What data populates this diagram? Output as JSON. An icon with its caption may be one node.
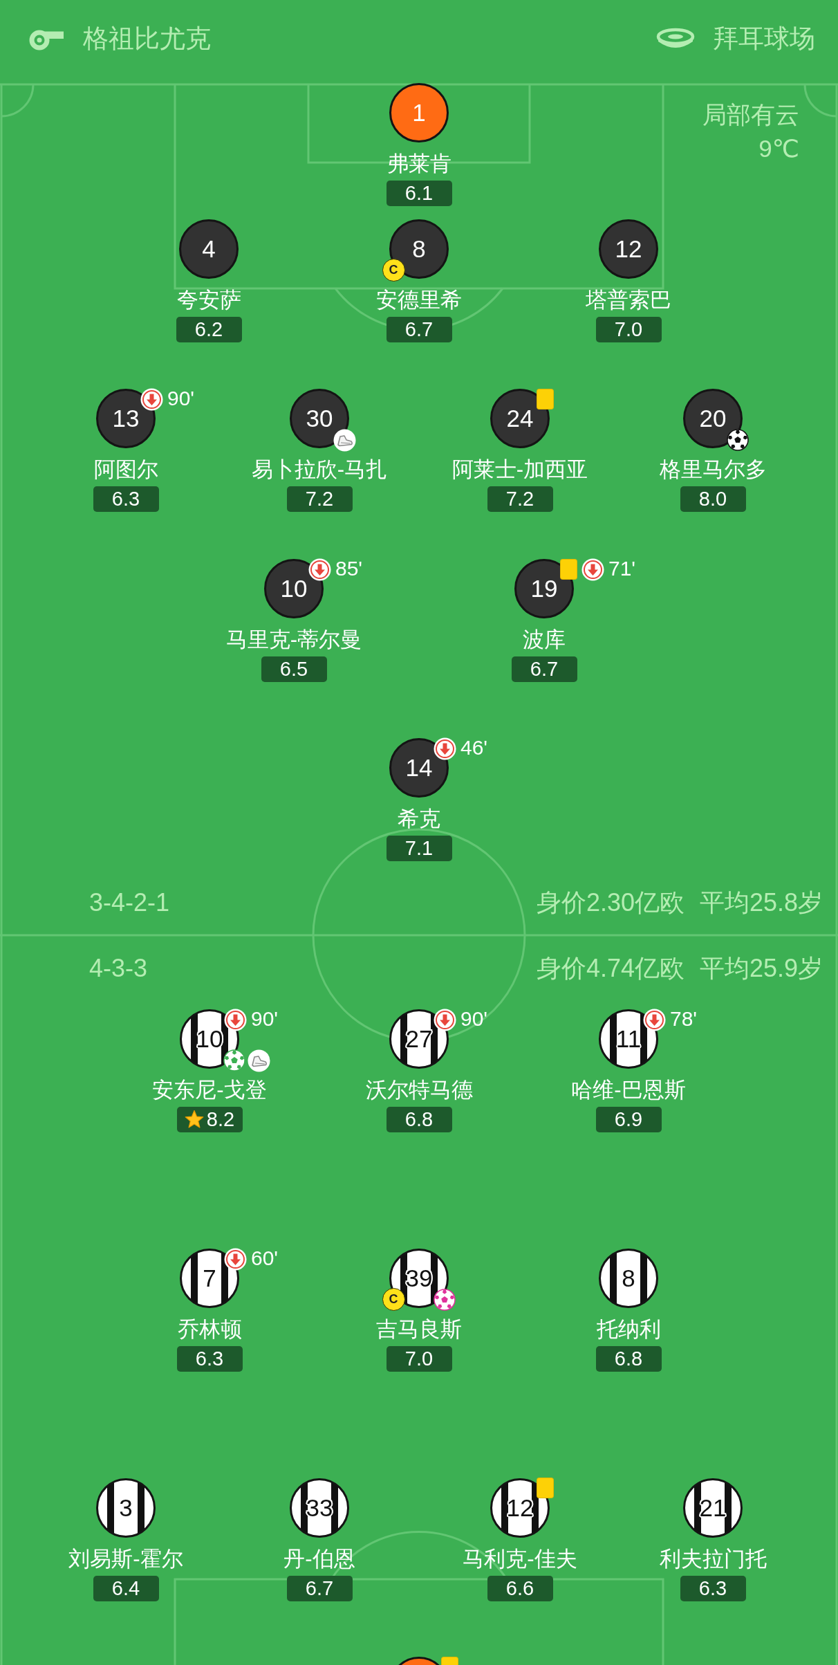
{
  "diagram": {
    "nodes": [
      {
        "text": [
          "1"
        ],
        "beside": [
          "弗莱肯",
          "6.1"
        ]
      },
      {
        "text": [
          "4"
        ],
        "beside": [
          "夸安萨",
          "6.2"
        ]
      },
      {
        "text": [
          "8",
          "C"
        ],
        "beside": [
          "安德里希",
          "6.7"
        ]
      },
      {
        "text": [
          "12"
        ],
        "beside": [
          "塔普索巴",
          "7.0"
        ]
      },
      {
        "text": [
          "13"
        ],
        "beside": [
          "90'",
          "阿图尔",
          "6.3"
        ]
      },
      {
        "text": [
          "30"
        ],
        "beside": [
          "易卜拉欣-马扎",
          "7.2"
        ]
      },
      {
        "text": [
          "24"
        ],
        "beside": [
          "阿莱士-加西亚",
          "7.2"
        ]
      },
      {
        "text": [
          "20"
        ],
        "beside": [
          "格里马尔多",
          "8.0"
        ]
      },
      {
        "text": [
          "10"
        ],
        "beside": [
          "85'",
          "马里克-蒂尔曼",
          "6.5"
        ]
      },
      {
        "text": [
          "19"
        ],
        "beside": [
          "71'",
          "波库",
          "6.7"
        ]
      },
      {
        "text": [
          "14"
        ],
        "beside": [
          "46'",
          "希克",
          "7.1"
        ]
      },
      {
        "text": [
          "10"
        ],
        "beside": [
          "90'",
          "安东尼-戈登",
          "8.2"
        ]
      },
      {
        "text": [
          "27"
        ],
        "beside": [
          "90'",
          "沃尔特马德",
          "6.8"
        ]
      },
      {
        "text": [
          "11"
        ],
        "beside": [
          "78'",
          "哈维-巴恩斯",
          "6.9"
        ]
      },
      {
        "text": [
          "7"
        ],
        "beside": [
          "60'",
          "乔林顿",
          "6.3"
        ]
      },
      {
        "text": [
          "39",
          "C"
        ],
        "beside": [
          "吉马良斯",
          "7.0"
        ]
      },
      {
        "text": [
          "8"
        ],
        "beside": [
          "托纳利",
          "6.8"
        ]
      },
      {
        "text": [
          "3"
        ],
        "beside": [
          "刘易斯-霍尔",
          "6.4"
        ]
      },
      {
        "text": [
          "33"
        ],
        "beside": [
          "丹-伯恩",
          "6.7"
        ]
      },
      {
        "text": [
          "12"
        ],
        "beside": [
          "马利克-佳夫",
          "6.6"
        ]
      },
      {
        "text": [
          "21"
        ],
        "beside": [
          "利夫拉门托",
          "6.3"
        ]
      },
      {
        "text": [],
        "shape": "circle"
      }
    ],
    "labels": [
      "格祖比尤克",
      "拜耳球场",
      "局部有云",
      "9℃",
      "3-4-2-1",
      "身价2.30亿欧",
      "平均25.8岁",
      "4-3-3",
      "身价4.74亿欧",
      "平均25.9岁"
    ]
  }
}
